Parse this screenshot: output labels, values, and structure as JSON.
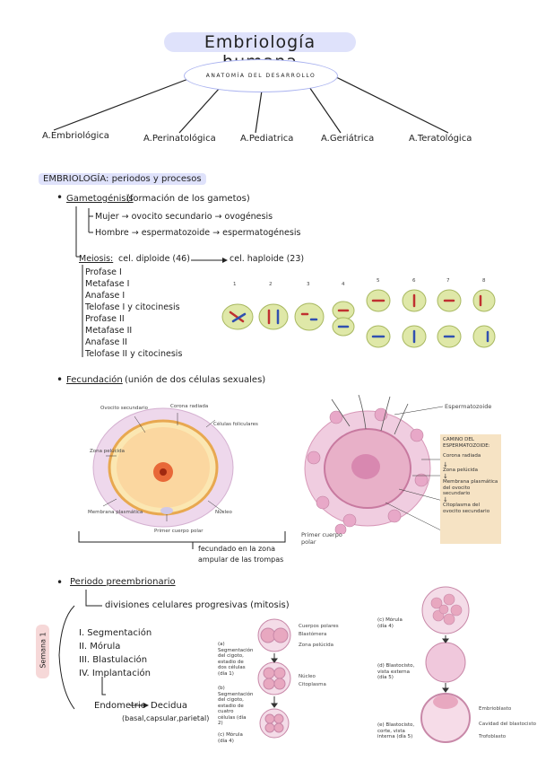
{
  "title": "Embriología humana",
  "mindmap": {
    "center": "ANATOMÍA DEL DESARROLLO",
    "branches": [
      "A.Embriológica",
      "A.Perinatológica",
      "A.Pediatrica",
      "A.Geriátrica",
      "A.Teratológica"
    ]
  },
  "section": "EMBRIOLOGÍA: periodos y procesos",
  "gametogenesis": {
    "heading": "Gametogénisis",
    "description": "(formación de los gametos)",
    "mujer": "Mujer → ovocito secundario → ovogénesis",
    "hombre": "Hombre → espermatozoide → espermatogénesis"
  },
  "meiosis": {
    "label": "Meiosis:",
    "diploid": "cel. diploide (46)",
    "haploid": "cel. haploide (23)",
    "phases": [
      "Profase I",
      "Metafase I",
      "Anafase I",
      "Telofase I y citocinesis",
      "Profase II",
      "Metafase II",
      "Anafase II",
      "Telofase II y citocinesis"
    ],
    "stage_numbers": [
      "1",
      "2",
      "3",
      "4",
      "5",
      "6",
      "7",
      "8"
    ]
  },
  "fecundacion": {
    "heading": "Fecundación",
    "description": "(unión de dos células sexuales)",
    "note_line1": "fecundado en la zona",
    "note_line2": "ampular de las trompas",
    "oocyte_labels": {
      "ovocito": "Ovocito secundario",
      "corona": "Corona radiada",
      "foliculares": "Células foliculares",
      "zona": "Zona pelúcida",
      "membrana": "Membrana plasmática",
      "nucleo": "Núcleo",
      "cuerpo": "Primer cuerpo polar"
    },
    "sperm_labels": {
      "espermatozoide": "Espermatozoide",
      "primer_cuerpo": "Primer cuerpo polar",
      "camino_title": "CAMINO DEL ESPERMATOZOIDE:",
      "camino_steps": [
        "Corona radiada",
        "Zona pelúcida",
        "Membrana plasmática del ovocito secundario",
        "Citoplasma del ovocito secundario"
      ]
    }
  },
  "preembrionario": {
    "heading": "Periodo preembrionario",
    "divisiones": "divisiones celulares progresivas (mitosis)",
    "semana": "Semana 1",
    "steps": [
      "I. Segmentación",
      "II. Mórula",
      "III. Blastulación",
      "IV. Implantación"
    ],
    "endometrio": "Endometrio",
    "decidua": "Decidua",
    "decidua_note": "(basal,capsular,parietal)",
    "figure_left": {
      "a": "(a) Segmentación del cigoto, estadio de dos células (día 1)",
      "b": "(b) Segmentación del cigoto, estadio de cuatro células (día 2)",
      "c": "(c) Mórula (día 4)",
      "cuerpos_polares": "Cuerpos polares",
      "blastomera": "Blastómera",
      "zona_pelucida": "Zona pelúcida",
      "nucleo": "Núcleo",
      "citoplasma": "Citoplasma"
    },
    "figure_right": {
      "c": "(c) Mórula (día 4)",
      "d": "(d) Blastocisto, vista externa (día 5)",
      "e": "(e) Blastocisto, corte, vista interna (día 5)",
      "embrioblasto": "Embrioblasto",
      "cavidad": "Cavidad del blastocisto",
      "trofoblasto": "Trofoblasto"
    }
  }
}
